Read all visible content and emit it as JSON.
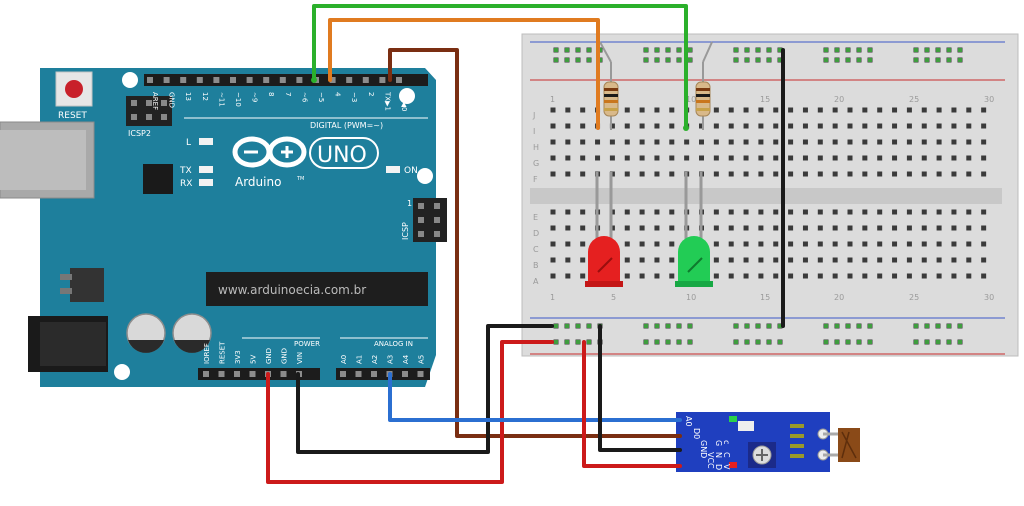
{
  "arduino": {
    "reset": "RESET",
    "icsp2": "ICSP2",
    "icsp": "ICSP",
    "icsp_one": "1",
    "brand": "Arduino",
    "tm": "TM",
    "model": "UNO",
    "digital": "DIGITAL (PWM=~)",
    "power": "POWER",
    "analog_in": "ANALOG IN",
    "led_l": "L",
    "led_tx": "TX",
    "led_rx": "RX",
    "led_on": "ON",
    "watermark": "www.arduinoecia.com.br",
    "digital_pins": [
      "AREF",
      "GND",
      "13",
      "12",
      "~11",
      "~10",
      "~9",
      "8",
      "7",
      "~6",
      "~5",
      "4",
      "~3",
      "2",
      "TX▶1",
      "RX◀0"
    ],
    "power_pins": [
      "IOREF",
      "RESET",
      "3V3",
      "5V",
      "GND",
      "GND",
      "VIN"
    ],
    "analog_pins": [
      "A0",
      "A1",
      "A2",
      "A3",
      "A4",
      "A5"
    ]
  },
  "breadboard": {
    "col_numbers": [
      "1",
      "5",
      "10",
      "15",
      "20",
      "25",
      "30"
    ],
    "row_letters_top": [
      "J",
      "I",
      "H",
      "G",
      "F"
    ],
    "row_letters_bottom": [
      "E",
      "D",
      "C",
      "B",
      "A"
    ]
  },
  "sensor": {
    "pins_left": [
      "A0",
      "D0",
      "GND",
      "VCC"
    ],
    "pins_right": [
      "G",
      "N",
      "D",
      "c",
      "C",
      "V"
    ]
  },
  "colors": {
    "board": "#1e7f9c",
    "green_wire": "#2bb02b",
    "orange_wire": "#e07b20",
    "brown_wire": "#7a2e12",
    "black_wire": "#1a1a1a",
    "red_wire": "#cc1a1a",
    "blue_wire": "#2b6fd1"
  }
}
